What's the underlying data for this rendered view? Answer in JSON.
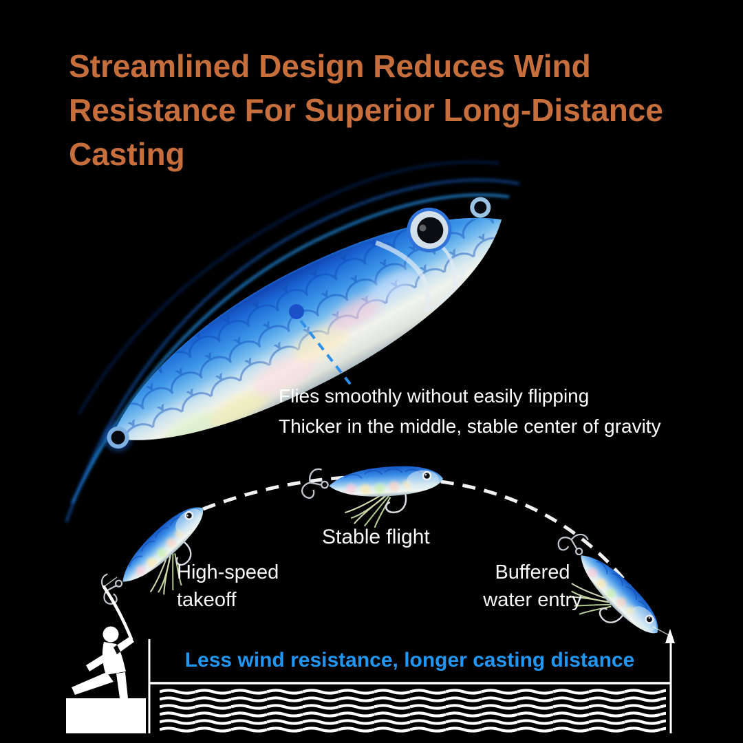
{
  "colors": {
    "background": "#000000",
    "title_orange": "#c66f3d",
    "accent_blue": "#2196f3",
    "marker_dot_blue": "#1b50c8",
    "text_white": "#ffffff"
  },
  "title": {
    "lines": [
      "Streamlined Design Reduces Wind",
      "Resistance For Superior Long-Distance",
      "Casting"
    ]
  },
  "callout": {
    "line1": "Flies smoothly without easily flipping",
    "line2": "Thicker in the middle, stable center of gravity"
  },
  "flight_labels": {
    "takeoff_line1": "High-speed",
    "takeoff_line2": "takeoff",
    "stable": "Stable flight",
    "entry_line1": "Buffered",
    "entry_line2": "water entry"
  },
  "footer": {
    "caption": "Less wind resistance, longer casting distance"
  },
  "icons": {
    "main_lure": "fishing-jig-lure-icon",
    "small_lure": "mini-jig-lure-icon",
    "fisherman": "fisherman-casting-silhouette-icon",
    "waves": "water-wave-lines-icon",
    "trajectory": "dashed-flight-arc-icon",
    "marker": "center-of-gravity-dot-icon",
    "arrow": "water-entry-arrow-icon"
  }
}
